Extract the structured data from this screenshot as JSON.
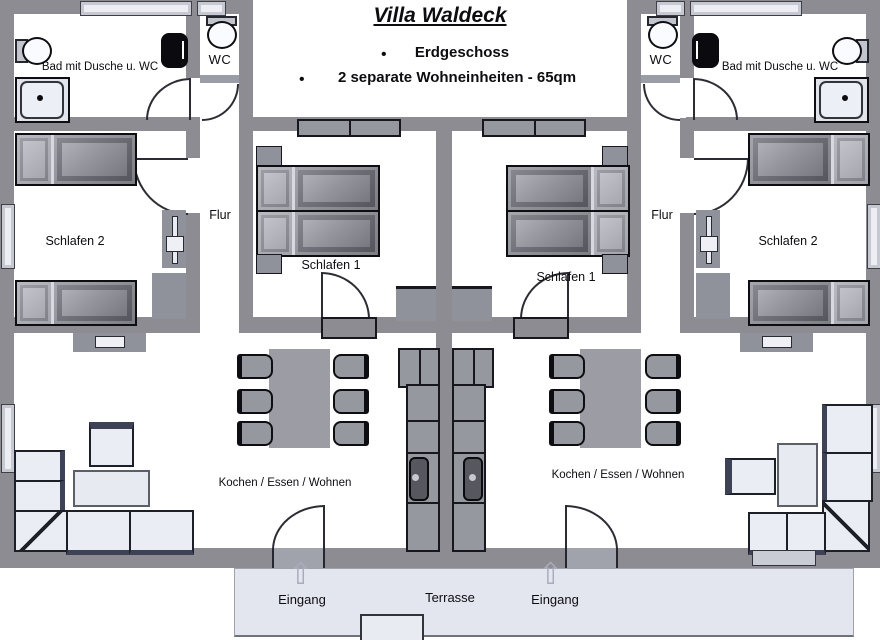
{
  "header": {
    "title": "Villa Waldeck",
    "bullet_glyph": "•",
    "bullets": [
      "Erdgeschoss",
      "2 separate Wohneinheiten  -  65qm"
    ]
  },
  "colors": {
    "wall": "#8c8c92",
    "floor": "#ffffff",
    "terrace": "#e4e6ef",
    "accent_navy": "#3e4257",
    "furniture_gray": "#96989f",
    "sofa_light": "#ebedf5"
  },
  "units": {
    "left": {
      "bath_label": "Bad mit Dusche u. WC",
      "wc_label": "WC",
      "hall_label": "Flur",
      "bedroom2_label": "Schlafen 2",
      "bedroom1_label": "Schlafen 1",
      "living_label": "Kochen / Essen / Wohnen",
      "entrance_label": "Eingang"
    },
    "right": {
      "bath_label": "Bad mit Dusche u. WC",
      "wc_label": "WC",
      "hall_label": "Flur",
      "bedroom2_label": "Schlafen 2",
      "bedroom1_label": "Schlafen 1",
      "living_label": "Kochen / Essen / Wohnen",
      "entrance_label": "Eingang"
    }
  },
  "terrace": {
    "label": "Terrasse",
    "arrow_glyph": "⇧"
  }
}
